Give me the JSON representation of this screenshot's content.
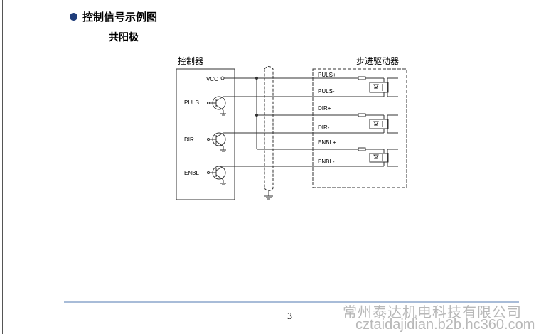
{
  "heading": {
    "title": "控制信号示例图",
    "subtitle": "共阳极"
  },
  "diagram": {
    "controller_title": "控制器",
    "driver_title": "步进驱动器",
    "controller_labels": {
      "vcc": "VCC",
      "puls": "PULS",
      "dir": "DIR",
      "enbl": "ENBL"
    },
    "driver_terminals": [
      "PULS+",
      "PULS-",
      "DIR+",
      "DIR-",
      "ENBL+",
      "ENBL-"
    ]
  },
  "footer": {
    "page_number": "3"
  },
  "watermark": {
    "company": "常州泰达机电科技有限公司",
    "url": "cztaidajidian.b2b.hc360.com"
  },
  "colors": {
    "bullet": "#1f3d7a",
    "footer_rule": "#a8bcd8",
    "watermark": "#b8b8b8"
  }
}
